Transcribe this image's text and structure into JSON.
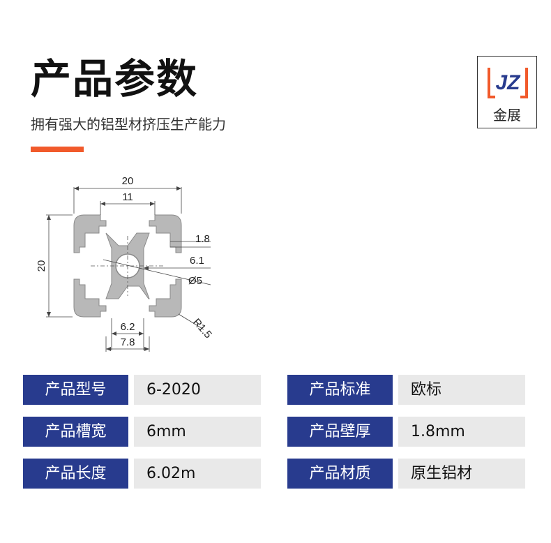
{
  "header": {
    "title": "产品参数",
    "subtitle": "拥有强大的铝型材挤压生产能力",
    "accent_color": "#f15a2b"
  },
  "logo": {
    "mark": "JZ",
    "text": "金展",
    "colors": {
      "letters": "#283b8e",
      "accent": "#f15a2b"
    }
  },
  "diagram": {
    "dimensions": {
      "width": "20",
      "slot_opening_top": "11",
      "height": "20",
      "wall_thickness": "1.8",
      "center_hole_spacing": "6.1",
      "hole_diameter": "Ø5",
      "corner_radius": "R1.5",
      "slot_width_inner": "6.2",
      "slot_width_outer": "7.8"
    },
    "profile_color": "#b8b8b8"
  },
  "specs": {
    "label_color": "#283b8e",
    "value_color": "#e9e9e9",
    "rows": [
      [
        {
          "label": "产品型号",
          "value": "6-2020"
        },
        {
          "label": "产品标准",
          "value": "欧标"
        }
      ],
      [
        {
          "label": "产品槽宽",
          "value": "6mm"
        },
        {
          "label": "产品壁厚",
          "value": "1.8mm"
        }
      ],
      [
        {
          "label": "产品长度",
          "value": "6.02m"
        },
        {
          "label": "产品材质",
          "value": "原生铝材"
        }
      ]
    ]
  }
}
